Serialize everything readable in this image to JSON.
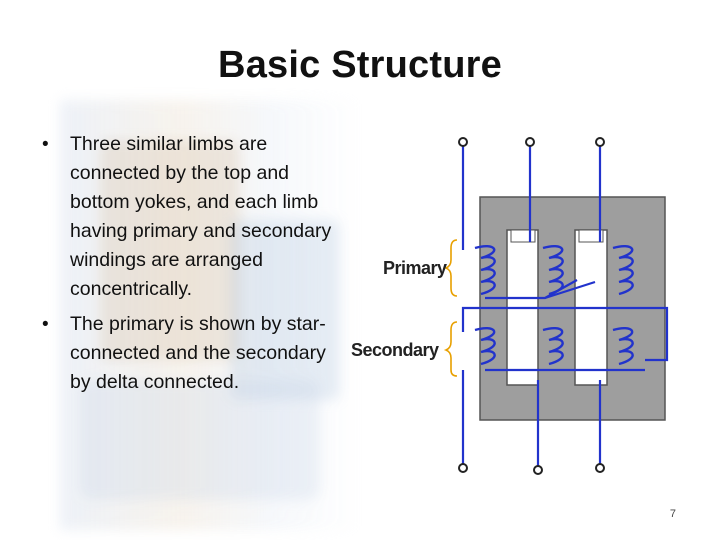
{
  "slide": {
    "title": "Basic Structure",
    "bullets": [
      "Three similar limbs are connected by the top and bottom yokes, and each limb having primary and secondary windings are arranged concentrically.",
      "The primary is shown by star-connected and the secondary by delta connected."
    ],
    "bullet_glyph": "•",
    "page_number": "7"
  },
  "diagram": {
    "labels": {
      "primary": "Primary",
      "secondary": "Secondary"
    },
    "colors": {
      "core": "#9e9e9e",
      "core_border": "#555555",
      "winding": "#2233cc",
      "bracket": "#e8a000",
      "terminal": "#222222"
    }
  }
}
